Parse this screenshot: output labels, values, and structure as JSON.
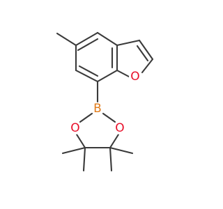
{
  "colors": {
    "background": "#ffffff",
    "bond": "#3a3a3a",
    "oxygen": "#e8102a",
    "boron": "#e07b1a"
  },
  "atoms": {
    "furan_oxygen": "O",
    "boron": "B",
    "ester_oxygen_left": "O",
    "ester_oxygen_right": "O"
  }
}
